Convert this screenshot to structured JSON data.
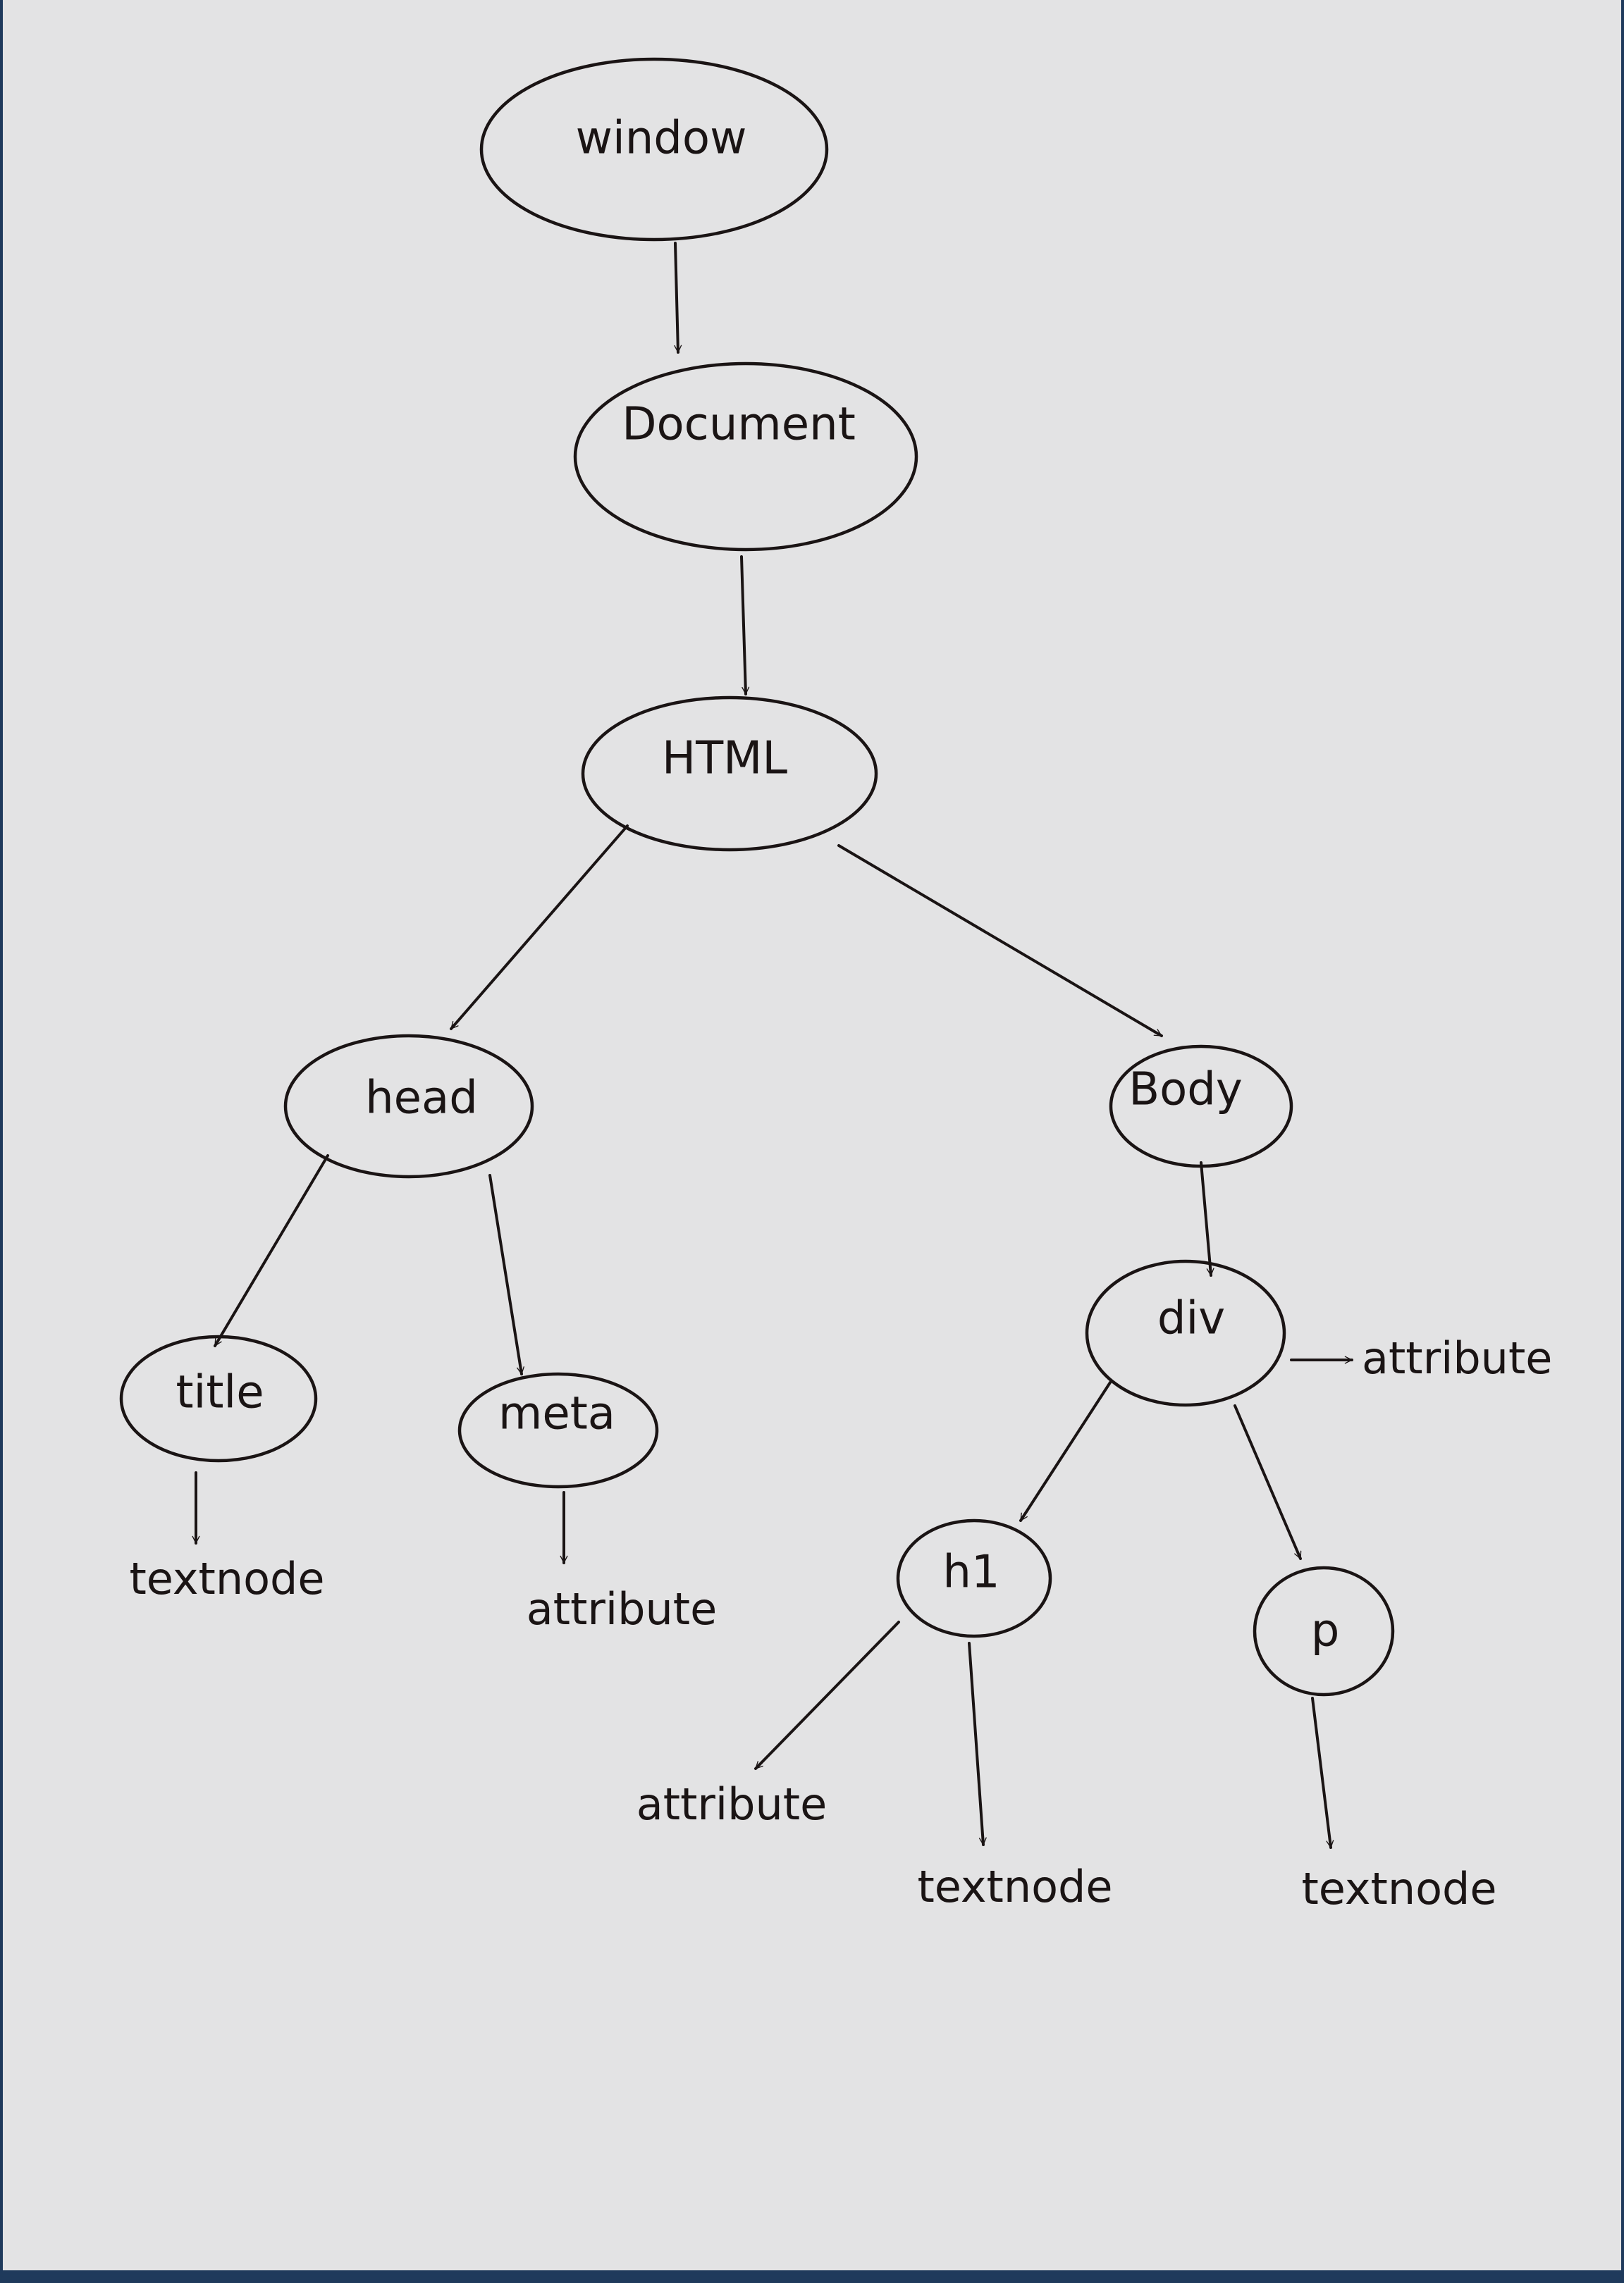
{
  "diagram": {
    "nodes": {
      "window": "window",
      "document": "Document",
      "html": "HTML",
      "head": "head",
      "body": "Body",
      "title": "title",
      "meta": "meta",
      "div": "div",
      "h1": "h1",
      "p": "p"
    },
    "leaves": {
      "title_textnode": "textnode",
      "meta_attribute": "attribute",
      "div_attribute": "attribute",
      "h1_attribute": "attribute",
      "h1_textnode": "textnode",
      "p_textnode": "textnode"
    }
  }
}
